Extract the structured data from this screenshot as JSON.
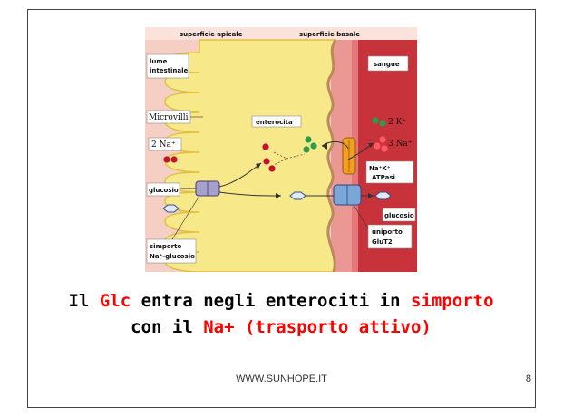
{
  "diagram": {
    "labels": {
      "apical": "superficie apicale",
      "basal": "superficie basale",
      "lumen_line1": "lume",
      "lumen_line2": "intestinale",
      "blood": "sangue",
      "microvilli": "Microvilli",
      "enterocyte": "enterocita",
      "na_in": "2 Na⁺",
      "k_out": "2 K⁺",
      "na_out": "3 Na⁺",
      "atpase_line1": "Na⁺K⁺",
      "atpase_line2": "ATPasi",
      "glucose_left": "glucosio",
      "glucose_right": "glucosio",
      "symport_line1": "simporto",
      "symport_line2": "Na⁺-glucosio",
      "uniport_line1": "uniporto",
      "uniport_line2": "GluT2"
    }
  },
  "caption": {
    "line1_a": "Il ",
    "line1_b": "Glc",
    "line1_c": " entra negli enterociti in ",
    "line1_d": "simporto",
    "line2_a": "con il ",
    "line2_b": "Na+ (trasporto attivo)"
  },
  "footer": {
    "url": "WWW.SUNHOPE.IT",
    "page": "8"
  },
  "colors": {
    "accent_red": "#ff0000",
    "cytoplasm": "#f7e98a",
    "lumen": "#f5cfc4",
    "blood": "#c8323a",
    "sodium": "#c8102e",
    "potassium": "#2e9a4a"
  }
}
